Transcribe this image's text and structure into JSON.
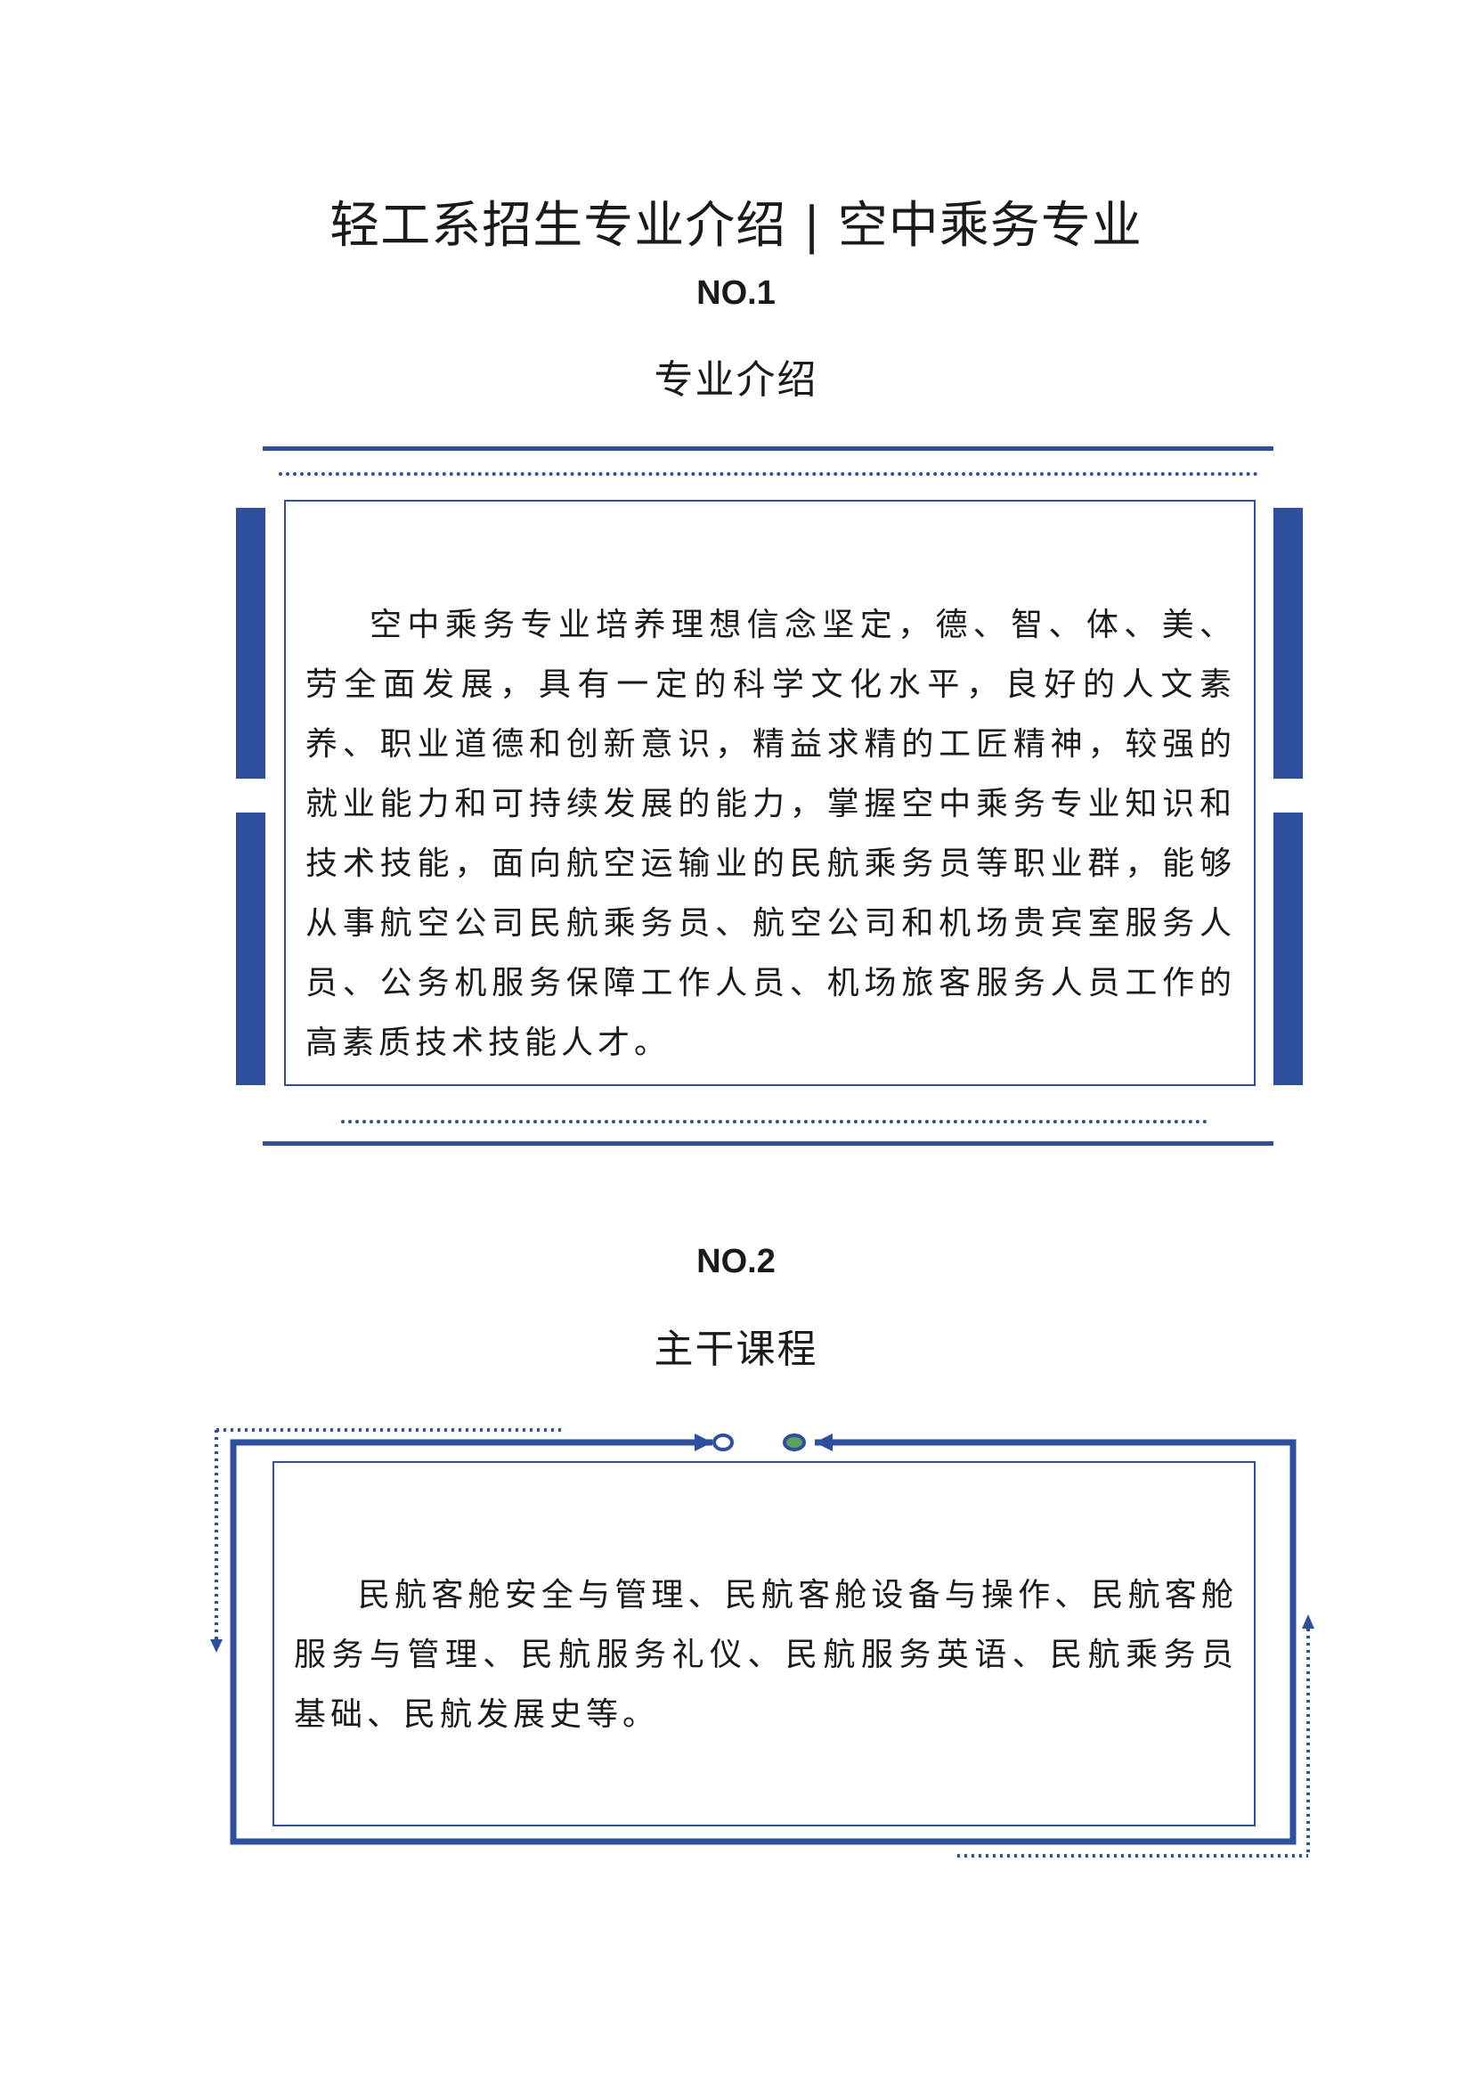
{
  "page": {
    "title": "轻工系招生专业介绍 | 空中乘务专业"
  },
  "section1": {
    "number": "NO.1",
    "heading": "专业介绍",
    "body": "空中乘务专业培养理想信念坚定，德、智、体、美、劳全面发展，具有一定的科学文化水平，良好的人文素养、职业道德和创新意识，精益求精的工匠精神，较强的就业能力和可持续发展的能力，掌握空中乘务专业知识和技术技能，面向航空运输业的民航乘务员等职业群，能够从事航空公司民航乘务员、航空公司和机场贵宾室服务人员、公务机服务保障工作人员、机场旅客服务人员工作的高素质技术技能人才。"
  },
  "section2": {
    "number": "NO.2",
    "heading": "主干课程",
    "body": "民航客舱安全与管理、民航客舱设备与操作、民航客舱服务与管理、民航服务礼仪、民航服务英语、民航乘务员基础、民航发展史等。"
  },
  "colors": {
    "accent": "#2d4f9c",
    "connector_fill": "#5aa15a"
  }
}
